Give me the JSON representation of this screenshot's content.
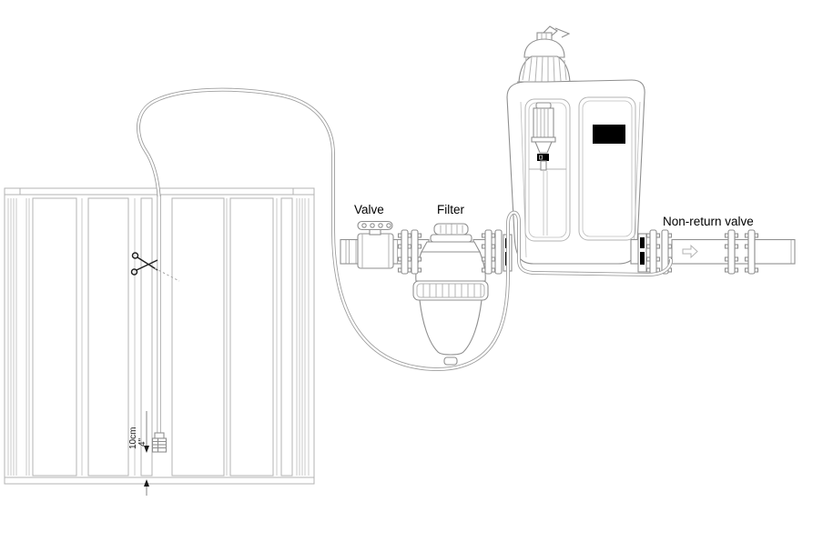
{
  "labels": {
    "valve": "Valve",
    "filter": "Filter",
    "non_return_valve": "Non-return valve"
  },
  "dimension": {
    "metric": "10cm",
    "imperial": "4\""
  },
  "icons": {
    "scissors": "cut-here mark",
    "flow_arrow": "right flow arrow"
  },
  "colors": {
    "line": "#a6a6a6",
    "line_dark": "#8f8f8f",
    "text": "#000000",
    "display": "#000000"
  },
  "components": [
    "solar-heating-panel",
    "panel-sensor-tube",
    "connection-hose",
    "shutoff-valve",
    "canister-filter",
    "heater-pump-unit",
    "vent-cap",
    "bleed-valve",
    "sensor-electrode",
    "display-panel",
    "non-return-valve-pipework"
  ]
}
